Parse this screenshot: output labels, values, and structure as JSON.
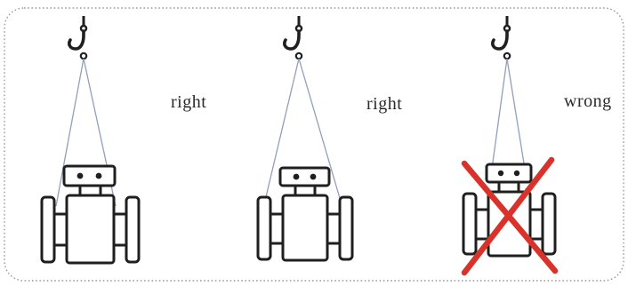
{
  "panels": [
    {
      "caption": "right",
      "verdict": "correct"
    },
    {
      "caption": "right",
      "verdict": "correct"
    },
    {
      "caption": "wrong",
      "verdict": "incorrect"
    }
  ],
  "icons": [
    "crane-hook-icon",
    "flowmeter-icon",
    "red-cross-mark-icon"
  ],
  "colors": {
    "frame_border": "#9a9a9a",
    "outline": "#1f1f1f",
    "sling": "#8fa0bd",
    "cross": "#d9322b"
  }
}
